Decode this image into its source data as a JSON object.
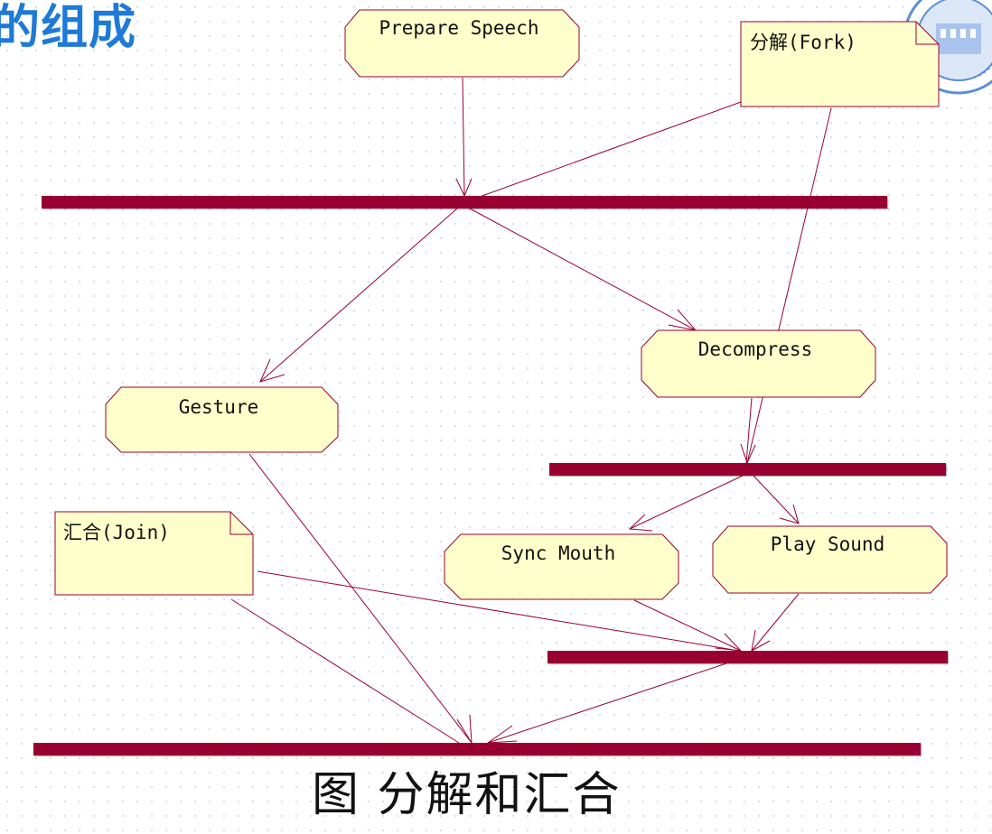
{
  "slide": {
    "title": "的组成",
    "caption": "图 分解和汇合"
  },
  "diagram": {
    "activities": {
      "prepare_speech": "Prepare Speech",
      "gesture": "Gesture",
      "decompress": "Decompress",
      "sync_mouth": "Sync Mouth",
      "play_sound": "Play Sound"
    },
    "notes": {
      "fork": "分解(Fork)",
      "join": "汇合(Join)"
    }
  },
  "colors": {
    "bar": "#990033",
    "line": "#990033",
    "node_fill": "#ffffcc",
    "node_stroke": "#990033",
    "title": "#1e7ad6",
    "logo": "#5b8fd6"
  },
  "icons": {
    "logo": "university-seal-icon"
  }
}
